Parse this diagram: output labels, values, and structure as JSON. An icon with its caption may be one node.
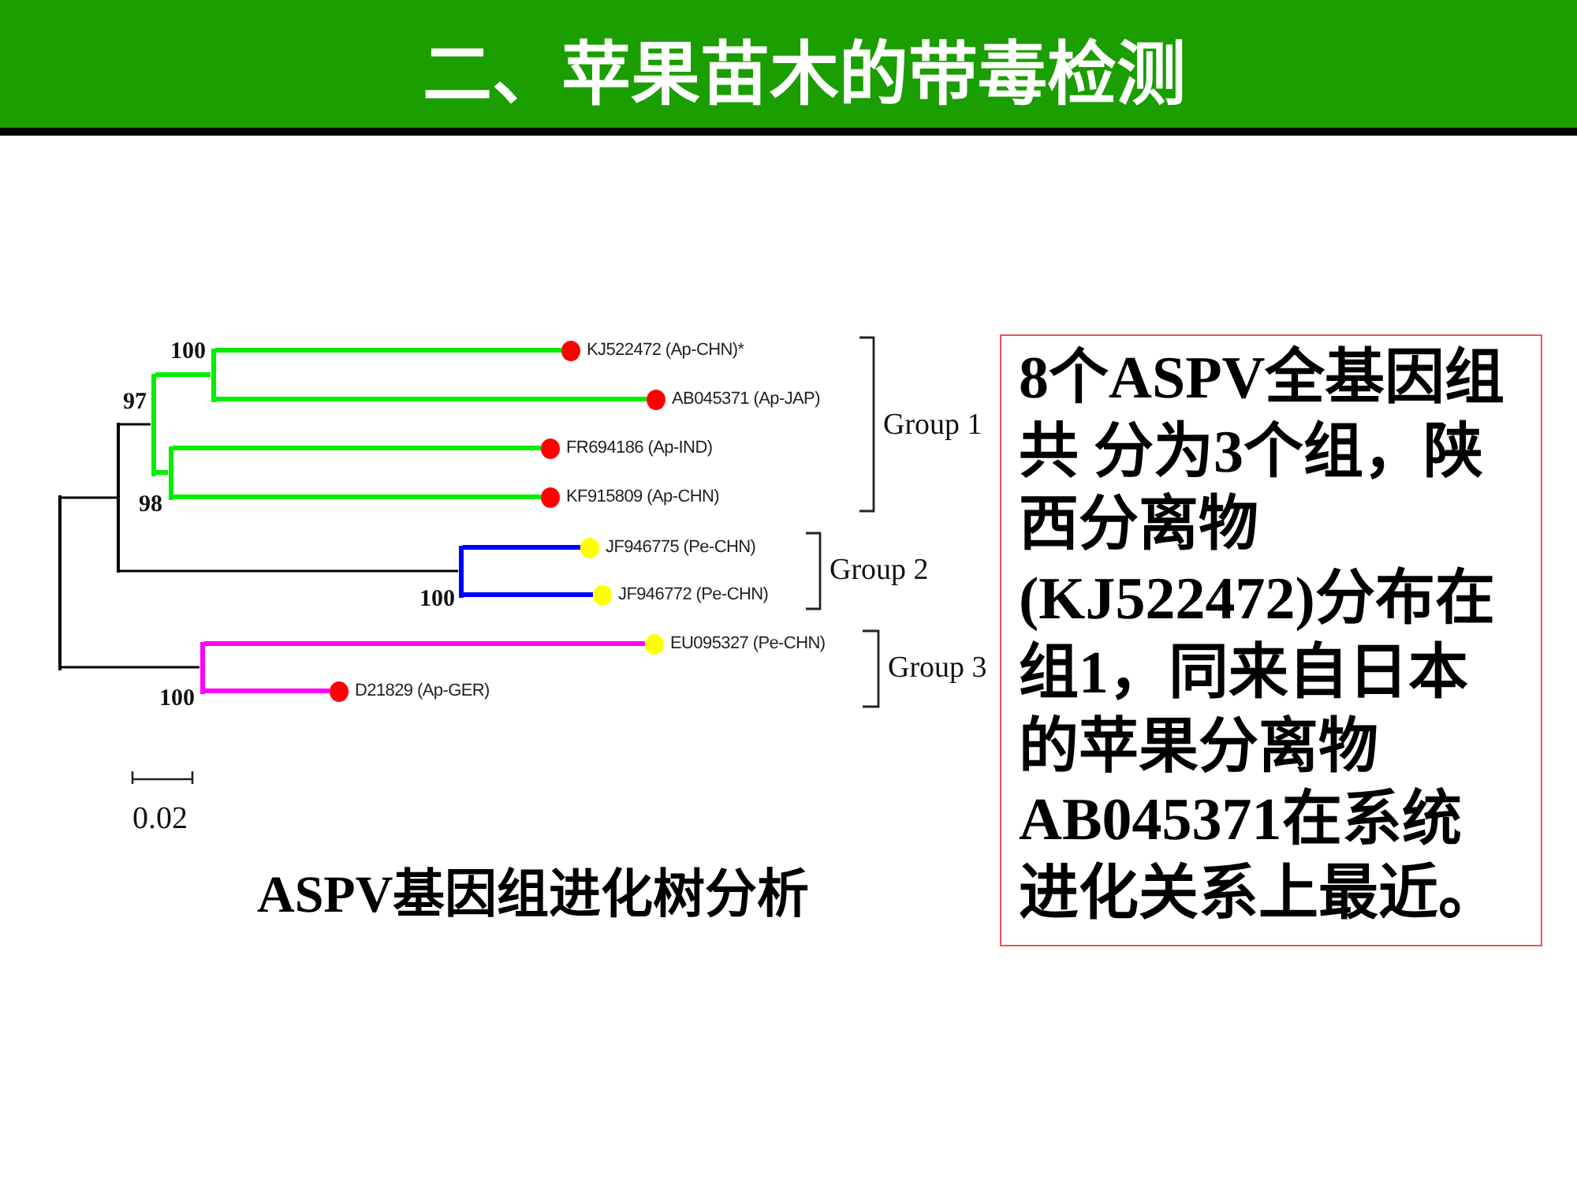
{
  "diagram": {
    "title": "二、苹果苗木的带毒检测",
    "caption": "ASPV基因组进化树分析",
    "nodes": [
      {
        "text": [
          "KJ522472 (Ap-CHN)*"
        ]
      },
      {
        "text": [
          "AB045371 (Ap-JAP)"
        ]
      },
      {
        "text": [
          "FR694186 (Ap-IND)"
        ]
      },
      {
        "text": [
          "KF915809 (Ap-CHN)"
        ]
      },
      {
        "text": [
          "JF946775 (Pe-CHN)"
        ]
      },
      {
        "text": [
          "JF946772 (Pe-CHN)"
        ]
      },
      {
        "text": [
          "EU095327 (Pe-CHN)"
        ]
      },
      {
        "text": [
          "D21829 (Ap-GER)"
        ]
      },
      {
        "text": [],
        "shape": "bar"
      },
      {
        "text": [],
        "shape": "bar"
      },
      {
        "text": [],
        "shape": "bar",
        "beside": [
          "97"
        ]
      },
      {
        "text": [],
        "shape": "bar",
        "beside": [
          "98"
        ]
      },
      {
        "text": [],
        "shape": "bar",
        "beside": [
          "100"
        ]
      },
      {
        "text": [],
        "shape": "bar",
        "beside": [
          "100"
        ]
      },
      {
        "text": [],
        "shape": "bar",
        "beside": [
          "100"
        ]
      },
      {
        "text": [
          "8个ASPV全基因组共 分为3个组，陕西分离物(KJ522472)分布在组1，同来自日本的苹果分离物AB045371在系统进化关系上最近。"
        ]
      }
    ],
    "edges": [
      {
        "from": 8,
        "to": 9,
        "arrow": "none",
        "color": "#000000"
      },
      {
        "from": 8,
        "to": 12,
        "arrow": "none",
        "color": "#000000"
      },
      {
        "from": 9,
        "to": 10,
        "arrow": "none",
        "color": "#000000"
      },
      {
        "from": 9,
        "to": 14,
        "arrow": "none",
        "color": "#000000"
      },
      {
        "from": 10,
        "to": 13,
        "arrow": "none"
      },
      {
        "from": 10,
        "to": 11,
        "arrow": "none"
      },
      {
        "from": 13,
        "to": 0,
        "arrow": "none"
      },
      {
        "from": 13,
        "to": 1,
        "arrow": "none"
      },
      {
        "from": 11,
        "to": 2,
        "arrow": "none"
      },
      {
        "from": 11,
        "to": 3,
        "arrow": "none"
      },
      {
        "from": 14,
        "to": 4,
        "arrow": "none",
        "color": "#0000ff"
      },
      {
        "from": 14,
        "to": 5,
        "arrow": "none",
        "color": "#0000ff"
      },
      {
        "from": 12,
        "to": 6,
        "arrow": "none",
        "color": "#ff00ff"
      },
      {
        "from": 12,
        "to": 7,
        "arrow": "none",
        "color": "#ff00ff"
      }
    ],
    "labels": [
      "Group 1",
      "Group 2",
      "Group 3",
      "0.02"
    ]
  }
}
